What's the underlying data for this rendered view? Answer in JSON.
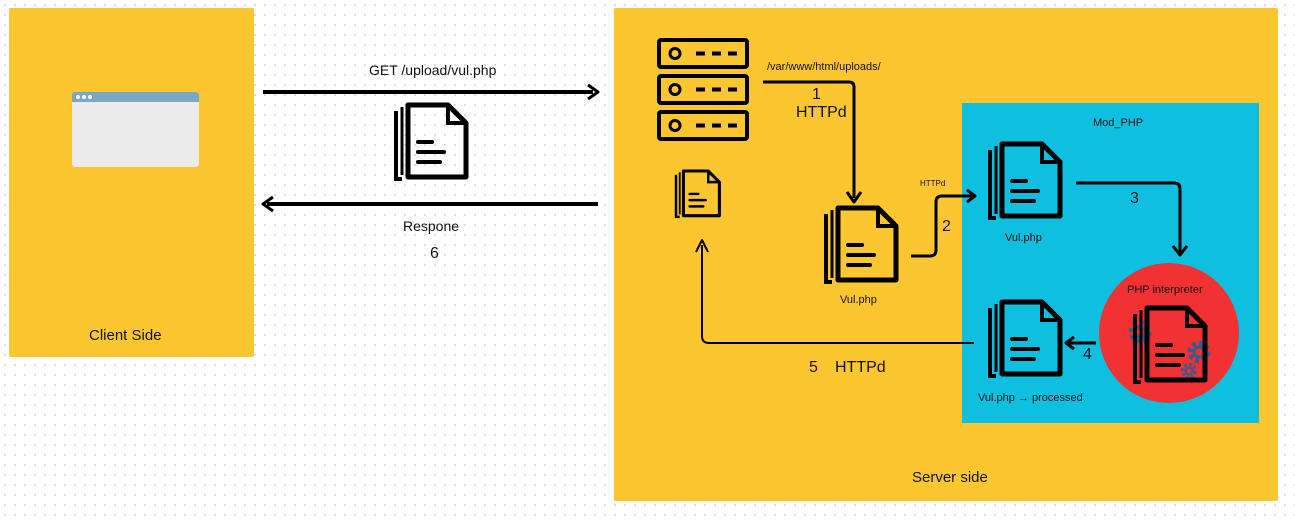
{
  "colors": {
    "panel": "#fcc631",
    "mod_php_box": "#0fbfe0",
    "interpreter_circle": "#f23232",
    "gear": "#3a5a8c",
    "stroke": "#000000"
  },
  "client": {
    "label": "Client Side",
    "icon": "browser-window-icon"
  },
  "server": {
    "label": "Server side",
    "icon": "server-rack-icon"
  },
  "request": {
    "label": "GET /upload/vul.php"
  },
  "response": {
    "label": "Respone",
    "step": "6"
  },
  "upload_path": "/var/www/html/uploads/",
  "steps": {
    "s1_number": "1",
    "s1_label": "HTTPd",
    "s2_number": "2",
    "s2_label": "HTTPd",
    "s3_number": "3",
    "s4_number": "4",
    "s5_number": "5",
    "s5_label": "HTTPd"
  },
  "files": {
    "uploaded": "Vul.php",
    "mod_php_file": "Vul.php",
    "processed": "Vul.php → processed"
  },
  "mod_php": {
    "title": "Mod_PHP"
  },
  "interpreter": {
    "label": "PHP interpreter"
  }
}
